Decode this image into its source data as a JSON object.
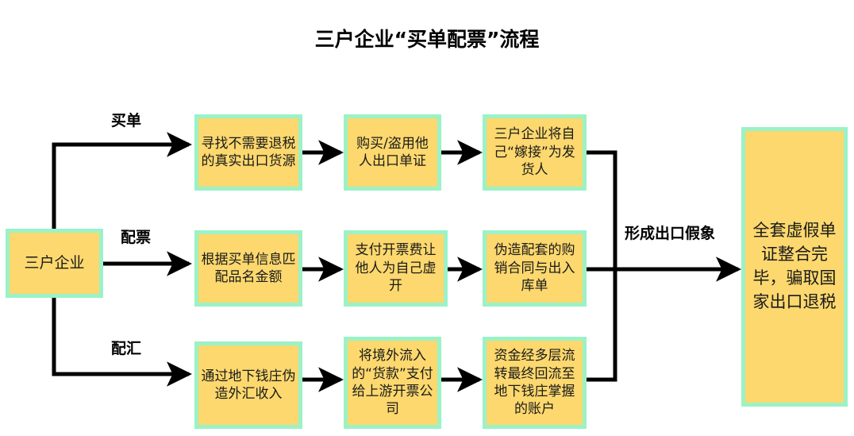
{
  "title": "三户企业“买单配票”流程",
  "colors": {
    "box_fill": "#FCD86E",
    "box_border": "#9BF2C6",
    "line": "#000000",
    "text": "#000000",
    "background": "#FFFFFF"
  },
  "start_node": {
    "label": "三户企业"
  },
  "final_node": {
    "label": "全套虚假单证整合完毕，骗取国家出口退税"
  },
  "merge_label": "形成出口假象",
  "branches": [
    {
      "label": "买单",
      "steps": [
        "寻找不需要退税的真实出口货源",
        "购买/盗用他人出口单证",
        "三户企业将自己“嫁接”为发货人"
      ]
    },
    {
      "label": "配票",
      "steps": [
        "根据买单信息匹配品名金额",
        "支付开票费让他人为自己虚开",
        "伪造配套的购销合同与出入库单"
      ]
    },
    {
      "label": "配汇",
      "steps": [
        "通过地下钱庄伪造外汇收入",
        "将境外流入的“货款”支付给上游开票公司",
        "资金经多层流转最终回流至地下钱庄掌握的账户"
      ]
    }
  ]
}
